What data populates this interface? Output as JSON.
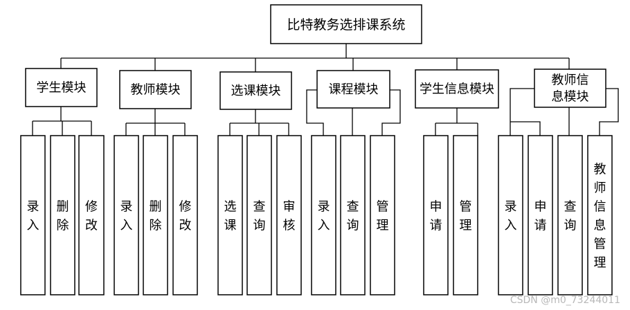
{
  "root": "比特教务选排课系统",
  "modules": [
    {
      "label": "学生模块",
      "children": [
        "录入",
        "删除",
        "修改"
      ]
    },
    {
      "label": "教师模块",
      "children": [
        "录入",
        "删除",
        "修改"
      ]
    },
    {
      "label": "选课模块",
      "children": [
        "选课",
        "查询",
        "审核"
      ]
    },
    {
      "label": "课程模块",
      "children": [
        "录入",
        "查询",
        "管理"
      ]
    },
    {
      "label": "学生信息模块",
      "children": [
        "申请",
        "管理"
      ]
    },
    {
      "label": "教师信息模块",
      "children": [
        "录入",
        "申请",
        "查询",
        "教师信息管理"
      ]
    }
  ],
  "watermark": "CSDN @m0_73244011"
}
